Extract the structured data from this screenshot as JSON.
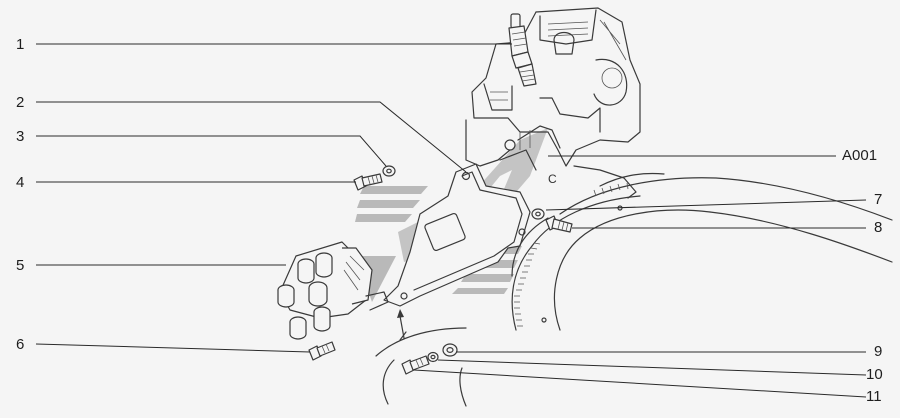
{
  "diagram": {
    "type": "exploded-parts-view",
    "watermark": "logo",
    "callouts": [
      {
        "id": "1",
        "label": "1"
      },
      {
        "id": "2",
        "label": "2"
      },
      {
        "id": "3",
        "label": "3"
      },
      {
        "id": "4",
        "label": "4"
      },
      {
        "id": "5",
        "label": "5"
      },
      {
        "id": "6",
        "label": "6"
      },
      {
        "id": "7",
        "label": "7"
      },
      {
        "id": "8",
        "label": "8"
      },
      {
        "id": "9",
        "label": "9"
      },
      {
        "id": "10",
        "label": "10"
      },
      {
        "id": "11",
        "label": "11"
      },
      {
        "id": "A001",
        "label": "A001"
      }
    ],
    "marker_letter": "C",
    "colors": {
      "ink": "#3a3a3a",
      "watermark": "#b8b8b8",
      "background": "#f5f5f5"
    }
  }
}
